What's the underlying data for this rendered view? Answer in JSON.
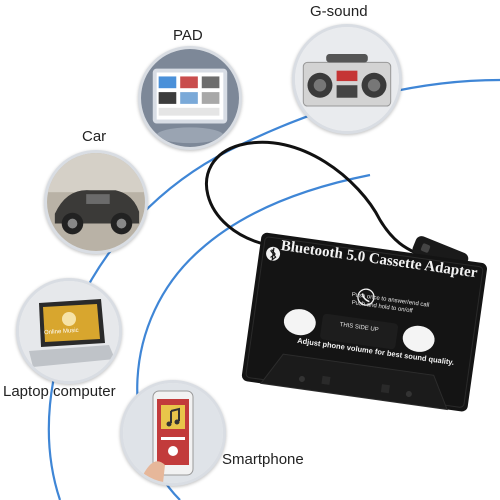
{
  "device_labels": {
    "pad": "PAD",
    "gsound": "G-sound",
    "car": "Car",
    "laptop": "Laptop computer",
    "smartphone": "Smartphone"
  },
  "adapter": {
    "title": "Bluetooth 5.0 Cassette Adapter",
    "instruction_1": "Push once to answer/end call",
    "instruction_2": "Push and hold to on/off",
    "side_label": "THIS SIDE UP",
    "volume_hint": "Adjust phone volume for best sound quality.",
    "body_color": "#141414",
    "text_color": "#f2f2f2"
  },
  "laptop_screen_text": "Online Music",
  "colors": {
    "arc": "#3f86d6",
    "bubble_border": "#d9dde3"
  },
  "icons": [
    "bluetooth-icon",
    "phone-icon",
    "music-note-icon"
  ]
}
